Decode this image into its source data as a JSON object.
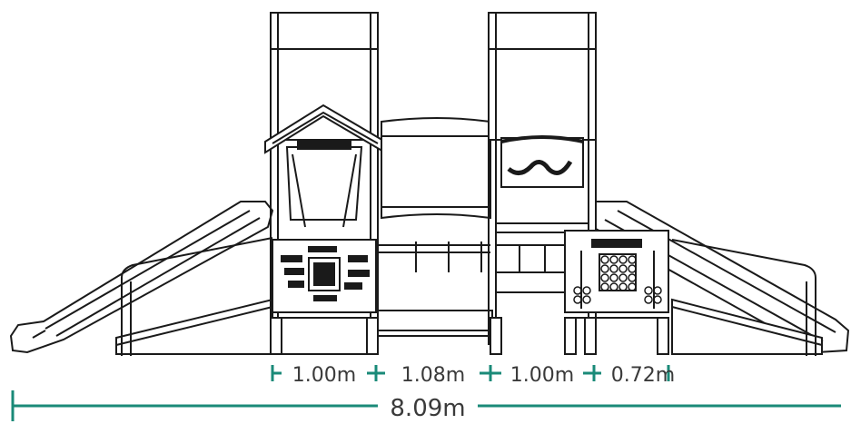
{
  "diagram": {
    "type": "playground-elevation-drawing",
    "accent_color": "#1a8a78",
    "line_color": "#1a1a1a",
    "dimensions": {
      "segments": [
        {
          "label": "1.00m",
          "value_m": 1.0
        },
        {
          "label": "1.08m",
          "value_m": 1.08
        },
        {
          "label": "1.00m",
          "value_m": 1.0
        },
        {
          "label": "0.72m",
          "value_m": 0.72
        }
      ],
      "total": {
        "label": "8.09m",
        "value_m": 8.09
      }
    }
  }
}
